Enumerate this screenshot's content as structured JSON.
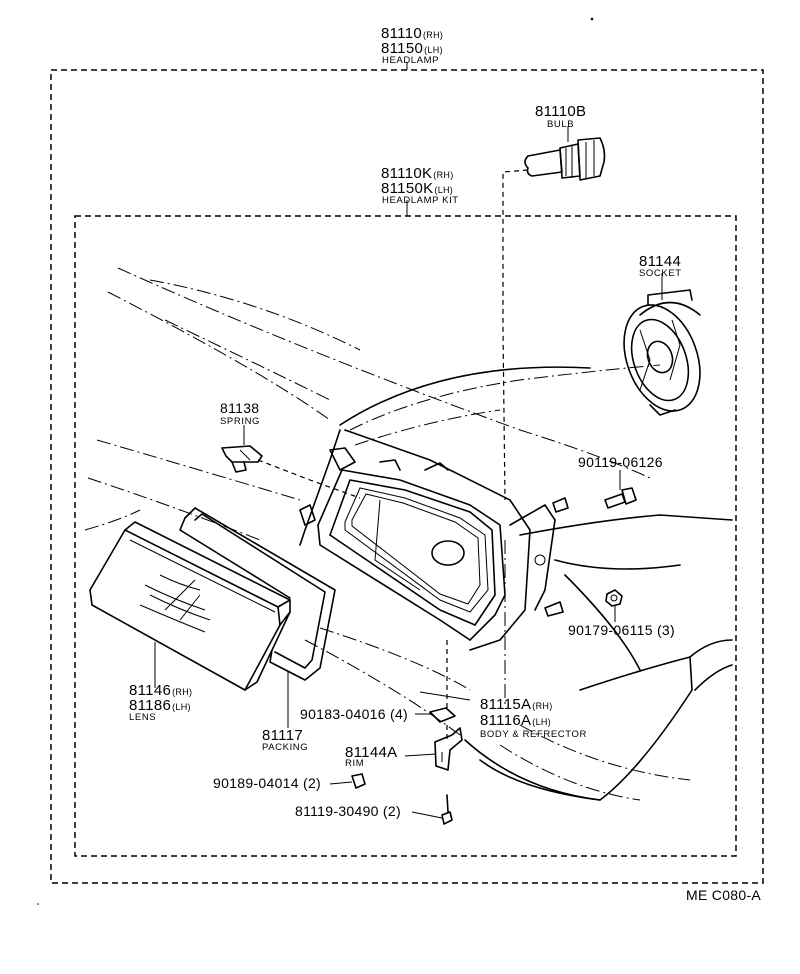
{
  "parts": {
    "headlamp": {
      "pn_rh": "81110",
      "sfx_rh": "(RH)",
      "pn_lh": "81150",
      "sfx_lh": "(LH)",
      "name": "HEADLAMP"
    },
    "bulb": {
      "pn": "81110B",
      "name": "BULB"
    },
    "headlamp_kit": {
      "pn_rh": "81110K",
      "sfx_rh": "(RH)",
      "pn_lh": "81150K",
      "sfx_lh": "(LH)",
      "name": "HEADLAMP KIT"
    },
    "socket": {
      "pn": "81144",
      "name": "SOCKET"
    },
    "spring": {
      "pn": "81138",
      "name": "SPRING"
    },
    "bolt": {
      "pn": "90119-06126"
    },
    "nut": {
      "pn": "90179-06115 (3)"
    },
    "lens": {
      "pn_rh": "81146",
      "sfx_rh": "(RH)",
      "pn_lh": "81186",
      "sfx_lh": "(LH)",
      "name": "LENS"
    },
    "packing": {
      "pn": "81117",
      "name": "PACKING"
    },
    "clip": {
      "pn": "90183-04016 (4)"
    },
    "body_reflector": {
      "pn_rh": "81115A",
      "sfx_rh": "(RH)",
      "pn_lh": "81116A",
      "sfx_lh": "(LH)",
      "name": "BODY & REFRECTOR"
    },
    "rim": {
      "pn": "81144A",
      "name": "RIM"
    },
    "grommet": {
      "pn": "90189-04014 (2)"
    },
    "screw": {
      "pn": "81119-30490 (2)"
    }
  },
  "footer": {
    "code": "ME C080-A"
  }
}
